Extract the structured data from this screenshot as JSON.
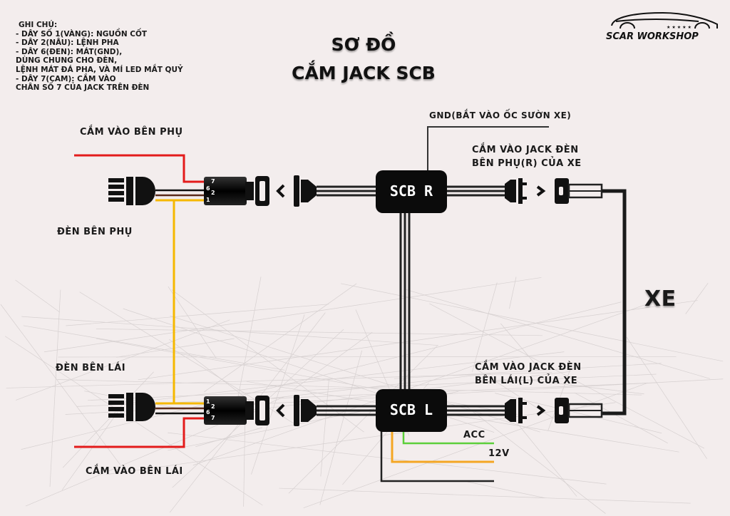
{
  "brand": {
    "name": "SCAR WORKSHOP",
    "stars": "★★★★★"
  },
  "title": {
    "line1": "SƠ ĐỒ",
    "line2": "CẮM JACK SCB"
  },
  "notes": {
    "heading": "GHI CHÚ:",
    "lines": [
      "- DÂY SỐ 1(VÀNG): NGUỒN CỐT",
      "- DÂY 2(NÂU): LỆNH PHA",
      "- DÂY 6(ĐEN): MÁT(GND),",
      "DÙNG CHUNG CHO ĐÈN,",
      "LỆNH MÁT ĐÁ PHA, VÀ MÍ LED MẮT QUỶ",
      "- DÂY 7(CAM): CẮM VÀO",
      "CHÂN SỐ 7 CỦA JACK TRÊN ĐÈN"
    ]
  },
  "labels": {
    "plug_passenger": "CẮM VÀO BÊN PHỤ",
    "lamp_passenger": "ĐÈN BÊN PHỤ",
    "lamp_driver": "ĐÈN BÊN LÁI",
    "plug_driver": "CẮM VÀO BÊN LÁI",
    "gnd": "GND(BẮT VÀO ỐC SƯỜN XE)",
    "jack_r_line1": "CẮM VÀO JACK ĐÈN",
    "jack_r_line2": "BÊN PHỤ(R) CỦA XE",
    "jack_l_line1": "CẮM VÀO JACK ĐÈN",
    "jack_l_line2": "BÊN LÁI(L) CỦA XE",
    "car": "XE",
    "acc": "ACC",
    "v12": "12V"
  },
  "modules": {
    "right": "SCB R",
    "left": "SCB L"
  },
  "pins": {
    "top": [
      "7",
      "6",
      "2",
      "1"
    ],
    "bottom": [
      "1",
      "2",
      "6",
      "7"
    ]
  },
  "colors": {
    "wire_red": "#e31b1b",
    "wire_yellow": "#f5b800",
    "wire_brown": "#5a2a1a",
    "wire_black": "#111111",
    "wire_green": "#5ccf3a",
    "wire_orange": "#f4a623",
    "module": "#0d0d0d"
  }
}
